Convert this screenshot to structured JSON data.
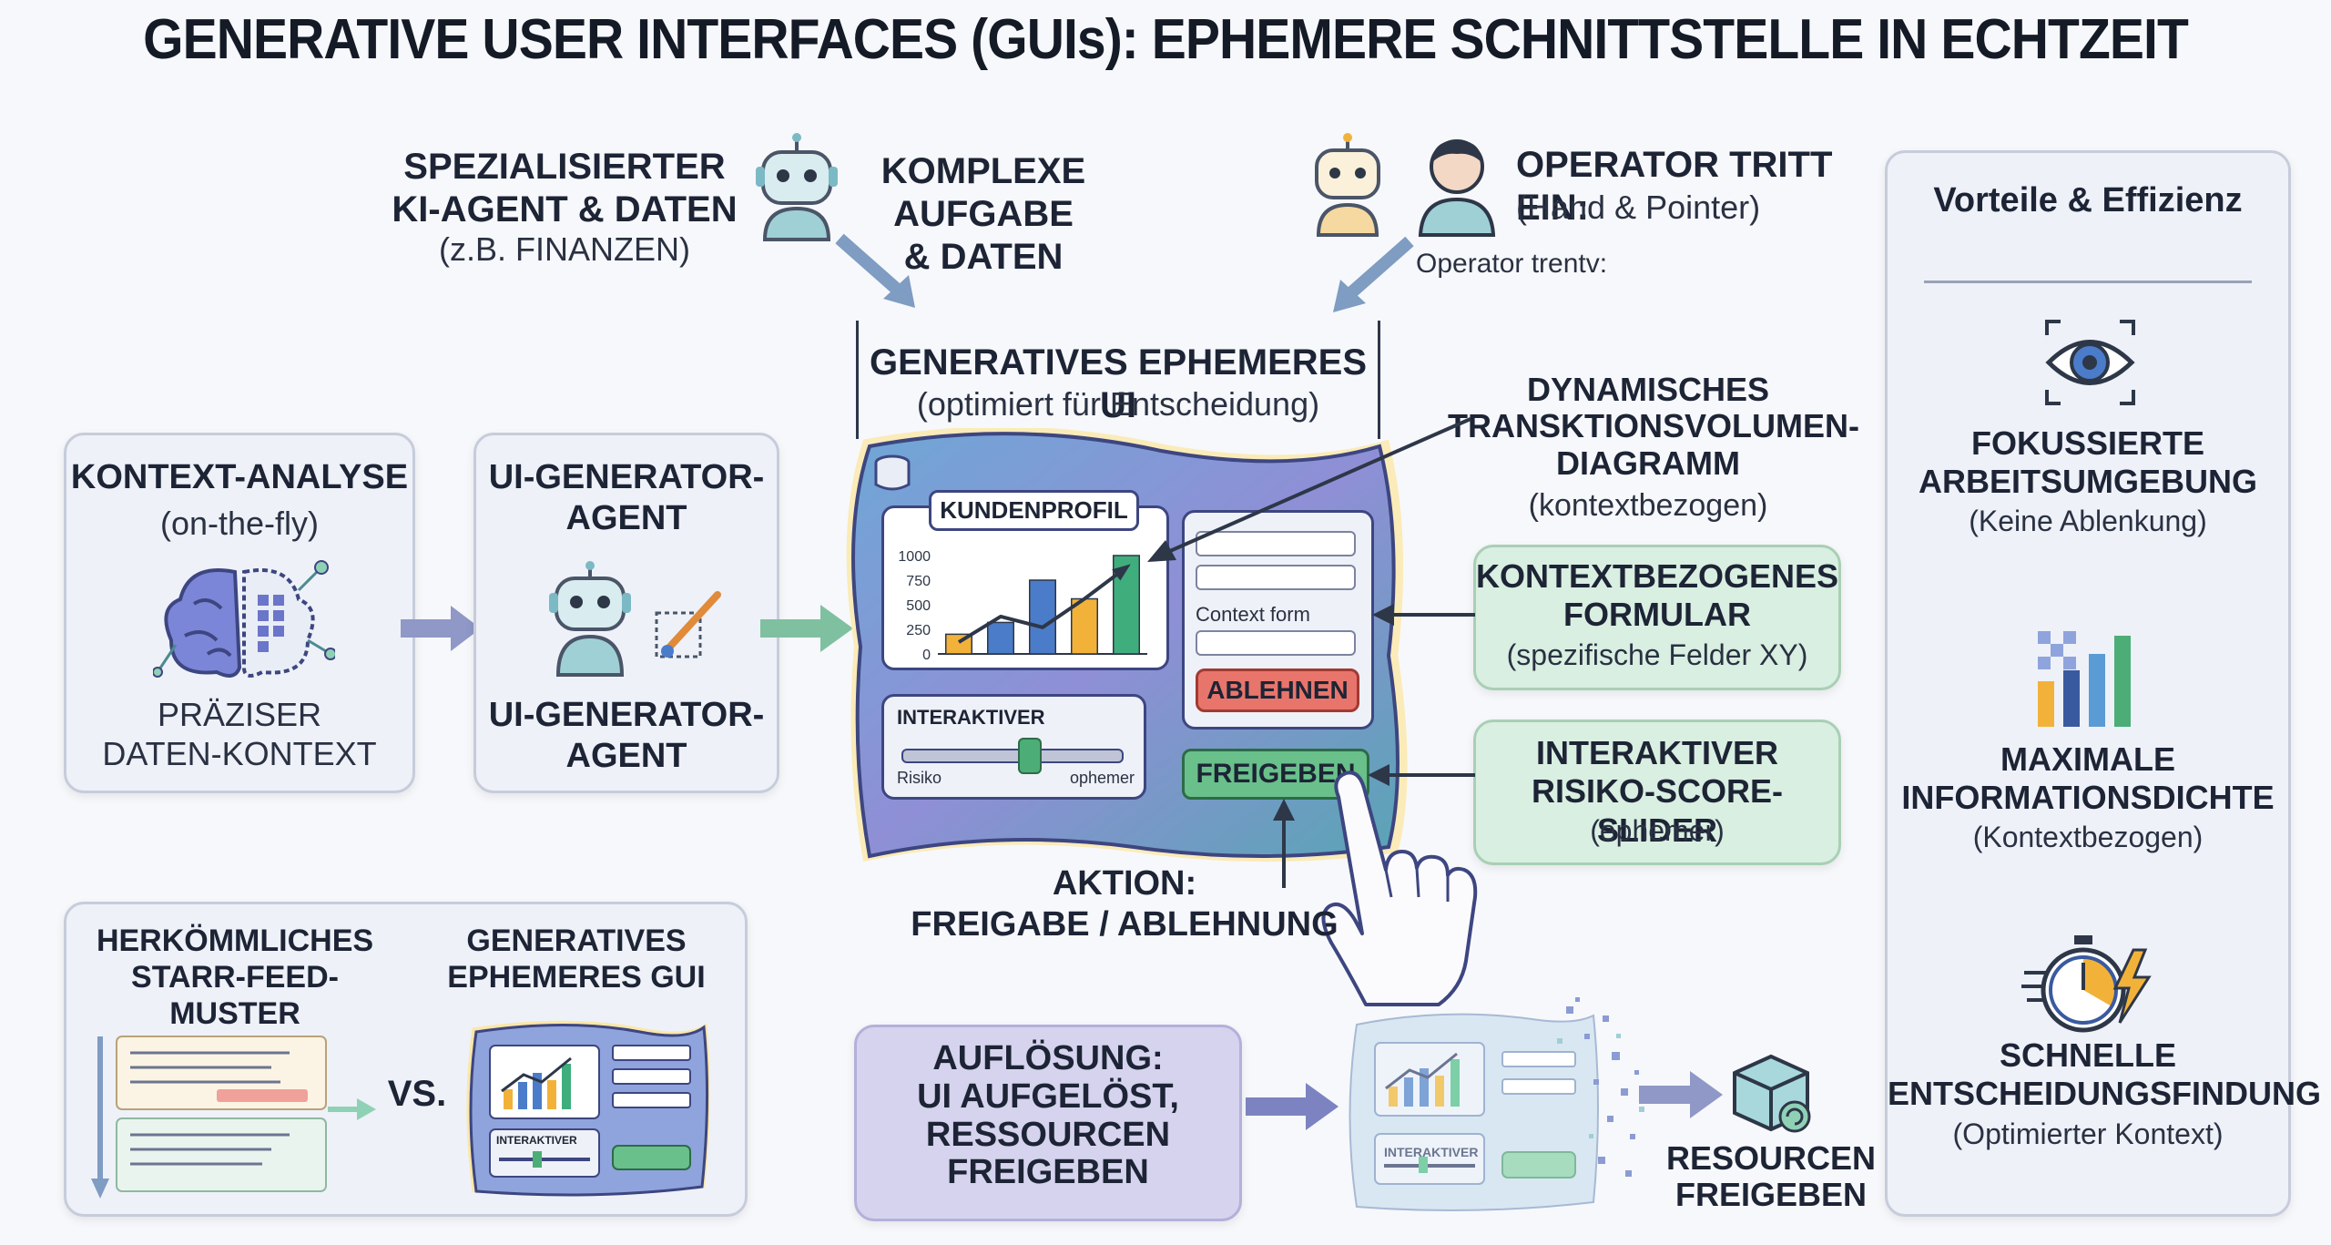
{
  "title": "GENERATIVE USER INTERFACES (GUIs): EPHEMERE SCHNITTSTELLE IN ECHTZEIT",
  "top": {
    "agent_title": "SPEZIALISIERTER\nKI-AGENT & DATEN",
    "agent_sub": "(z.B. FINANZEN)",
    "task_title": "KOMPLEXE\nAUFGABE\n& DATEN",
    "operator_title": "OPERATOR TRITT EIN:",
    "operator_sub": "(Hand & Pointer)",
    "operator_note": "Operator trentv:"
  },
  "left": {
    "context_title": "KONTEXT-ANALYSE",
    "context_sub": "(on-the-fly)",
    "context_caption": "PRÄZISER\nDATEN-KONTEXT",
    "generator_title": "UI-GENERATOR-\nAGENT",
    "generator_caption": "UI-GENERATOR-\nAGENT"
  },
  "center": {
    "ui_title": "GENERATIVES EPHEMERES UI",
    "ui_sub": "(optimiert für Entscheidung)",
    "chart_title": "KUNDENPROFIL",
    "form_label": "Context form",
    "reject_button": "ABLEHNEN",
    "slider_title": "INTERAKTIVER",
    "slider_left": "Risiko",
    "slider_right": "ophemer",
    "approve_button": "FREIGEBEN",
    "action_title": "AKTION:\nFREIGABE / ABLEHNUNG"
  },
  "chart_data": {
    "type": "bar",
    "title": "KUNDENPROFIL",
    "y_ticks": [
      "1000",
      "750",
      "500",
      "250",
      "0"
    ],
    "ylim": [
      0,
      1000
    ],
    "values": [
      200,
      320,
      750,
      560,
      1000
    ],
    "colors": [
      "#f2b23a",
      "#4a7cc9",
      "#4a7cc9",
      "#f2b23a",
      "#3fae7c"
    ],
    "trend": [
      120,
      380,
      270,
      560,
      880
    ]
  },
  "right_labels": {
    "chart_label": "DYNAMISCHES\nTRANSKTIONSVOLUMEN-\nDIAGRAMM",
    "chart_sub": "(kontextbezogen)",
    "form_title": "KONTEXTBEZOGENES\nFORMULAR",
    "form_sub": "(spezifische Felder XY)",
    "slider_title": "INTERAKTIVER\nRISIKO-SCORE-SLIDER",
    "slider_sub": "(ephemer)"
  },
  "bottom": {
    "old_title": "HERKÖMMLICHES\nSTARR-FEED-MUSTER",
    "new_title": "GENERATIVES\nEPHEMERES GUI",
    "vs": "VS.",
    "mini_slider": "INTERAKTIVER",
    "dissolve_title": "AUFLÖSUNG:\nUI AUFGELÖST,\nRESSOURCEN\nFREIGEBEN",
    "dissolve_slider": "INTERAKTIVER",
    "resource_title": "RESOURCEN\nFREIGEBEN"
  },
  "benefits": {
    "title": "Vorteile & Effizienz",
    "items": [
      {
        "title": "FOKUSSIERTE\nARBEITSUMGEBUNG",
        "sub": "(Keine Ablenkung)"
      },
      {
        "title": "MAXIMALE\nINFORMATIONSDICHTE",
        "sub": "(Kontextbezogen)"
      },
      {
        "title": "SCHNELLE\nENTSCHEIDUNGSFINDUNG",
        "sub": "(Optimierter Kontext)"
      }
    ]
  }
}
